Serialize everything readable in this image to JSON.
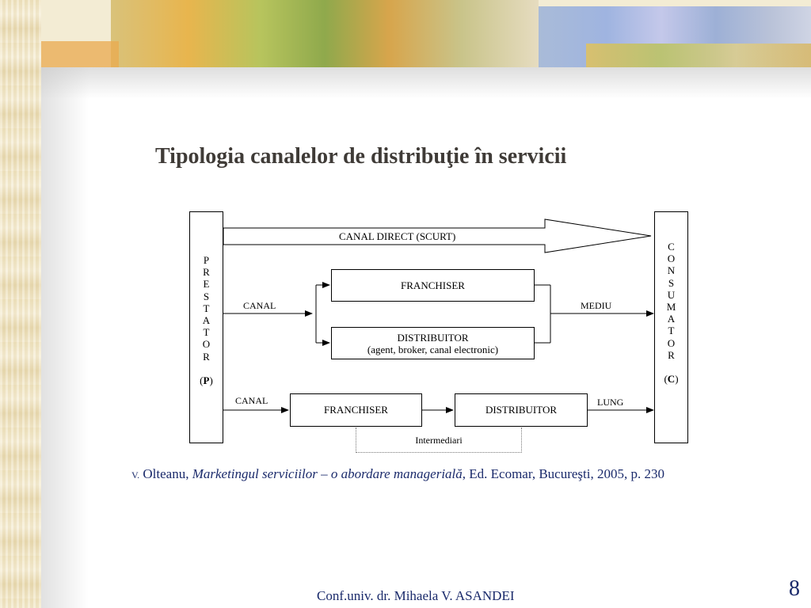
{
  "title": "Tipologia canalelor de distribuţie în servicii",
  "diagram": {
    "prestator_letters": [
      "P",
      "R",
      "E",
      "S",
      "T",
      "A",
      "T",
      "O",
      "R"
    ],
    "prestator_code_open": "(",
    "prestator_code": "P",
    "prestator_code_close": ")",
    "consumator_letters": [
      "C",
      "O",
      "N",
      "S",
      "U",
      "M",
      "A",
      "T",
      "O",
      "R"
    ],
    "consumator_code_open": "(",
    "consumator_code": "C",
    "consumator_code_close": ")",
    "direct_channel": "CANAL DIRECT (SCURT)",
    "medium": {
      "left_label": "CANAL",
      "right_label": "MEDIU",
      "franchiser": "FRANCHISER",
      "distributor": "DISTRIBUITOR",
      "distributor_detail": "(agent, broker, canal electronic)"
    },
    "long": {
      "left_label": "CANAL",
      "right_label": "LUNG",
      "franchiser": "FRANCHISER",
      "distributor": "DISTRIBUITOR",
      "intermediaries": "Intermediari"
    }
  },
  "citation": {
    "author_initial": "V.",
    "author": " Olteanu, ",
    "book": "Marketingul serviciilor – o abordare managerială",
    "rest": ", Ed. Ecomar, Bucureşti, 2005, p. 230"
  },
  "footer": "Conf.univ. dr. Mihaela V. ASANDEI",
  "page_number": "8"
}
